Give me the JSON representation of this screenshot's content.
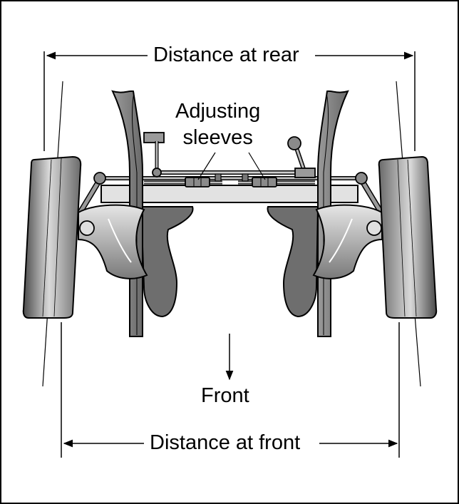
{
  "labels": {
    "distance_at_rear": "Distance at rear",
    "adjusting": "Adjusting",
    "sleeves": "sleeves",
    "front": "Front",
    "distance_at_front": "Distance at front"
  },
  "colors": {
    "ink": "#000000",
    "tire_light": "#d8d8d8",
    "tire_dark": "#5a5a5a",
    "steel": "#8c8c8c",
    "steel_dark": "#6b6b6b",
    "background": "#ffffff"
  }
}
